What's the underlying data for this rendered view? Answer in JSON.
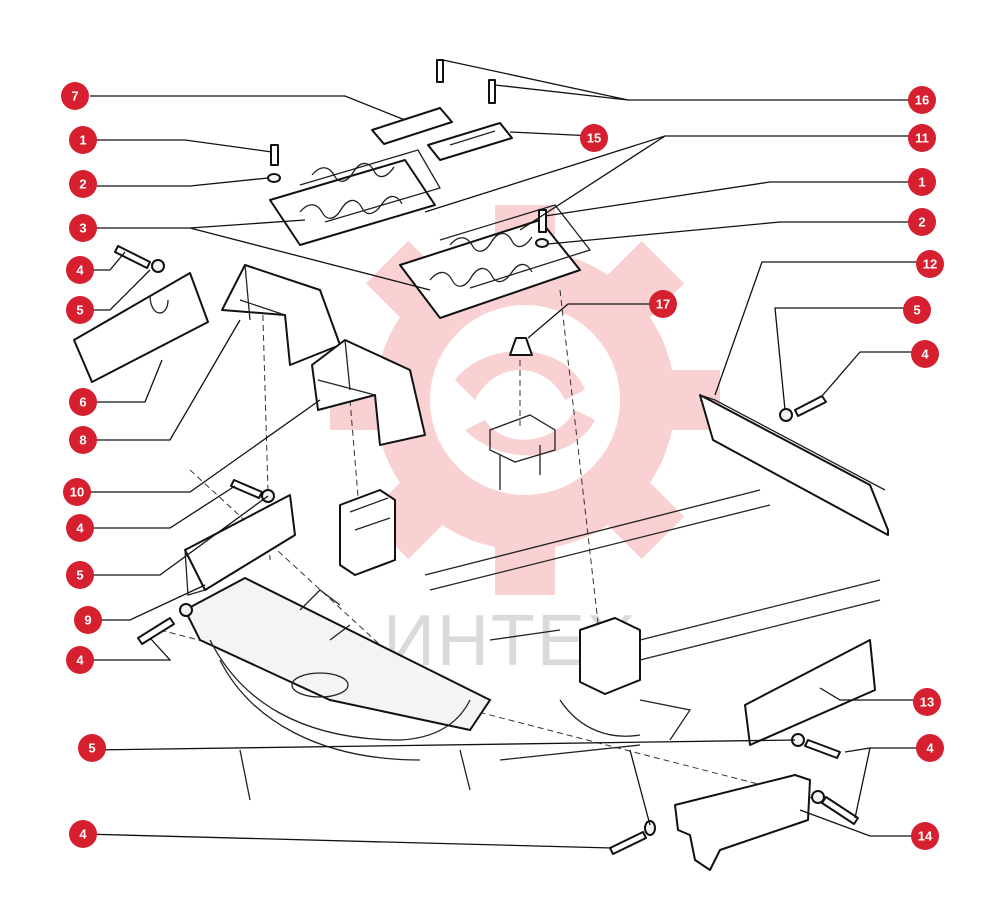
{
  "watermark": {
    "text": "ИНТЕХ",
    "color": "#e8323a"
  },
  "callout_color": "#d6202f",
  "callouts": [
    {
      "label": "7"
    },
    {
      "label": "16"
    },
    {
      "label": "15"
    },
    {
      "label": "1"
    },
    {
      "label": "11"
    },
    {
      "label": "2"
    },
    {
      "label": "1"
    },
    {
      "label": "3"
    },
    {
      "label": "2"
    },
    {
      "label": "4"
    },
    {
      "label": "12"
    },
    {
      "label": "5"
    },
    {
      "label": "17"
    },
    {
      "label": "5"
    },
    {
      "label": "4"
    },
    {
      "label": "6"
    },
    {
      "label": "8"
    },
    {
      "label": "10"
    },
    {
      "label": "4"
    },
    {
      "label": "5"
    },
    {
      "label": "9"
    },
    {
      "label": "4"
    },
    {
      "label": "13"
    },
    {
      "label": "5"
    },
    {
      "label": "4"
    },
    {
      "label": "4"
    },
    {
      "label": "14"
    }
  ]
}
